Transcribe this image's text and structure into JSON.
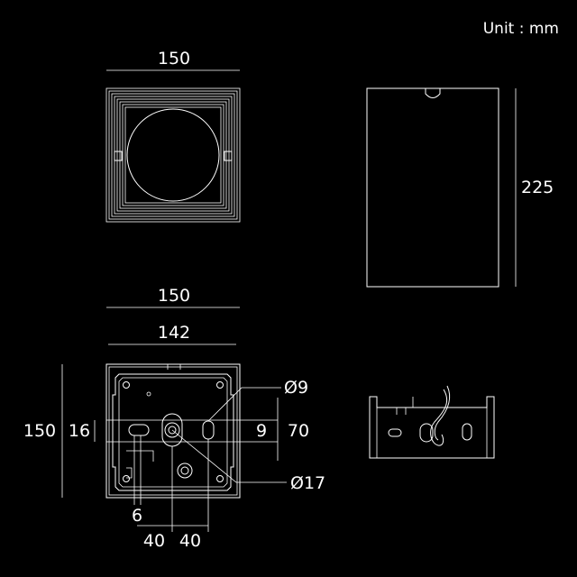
{
  "unit_label": "Unit : mm",
  "top_view": {
    "width_label": "150"
  },
  "side_view": {
    "height_label": "225"
  },
  "mount_view": {
    "outer_width_label": "150",
    "inner_width_label": "142",
    "height_label": "150",
    "offset_16_label": "16",
    "hole_9_label": "9",
    "span_70_label": "70",
    "diameter_9_label": "Ø9",
    "diameter_17_label": "Ø17",
    "slot_6_label": "6",
    "spacing_left_label": "40",
    "spacing_right_label": "40"
  },
  "colors": {
    "background": "#000000",
    "line": "#ffffff"
  }
}
